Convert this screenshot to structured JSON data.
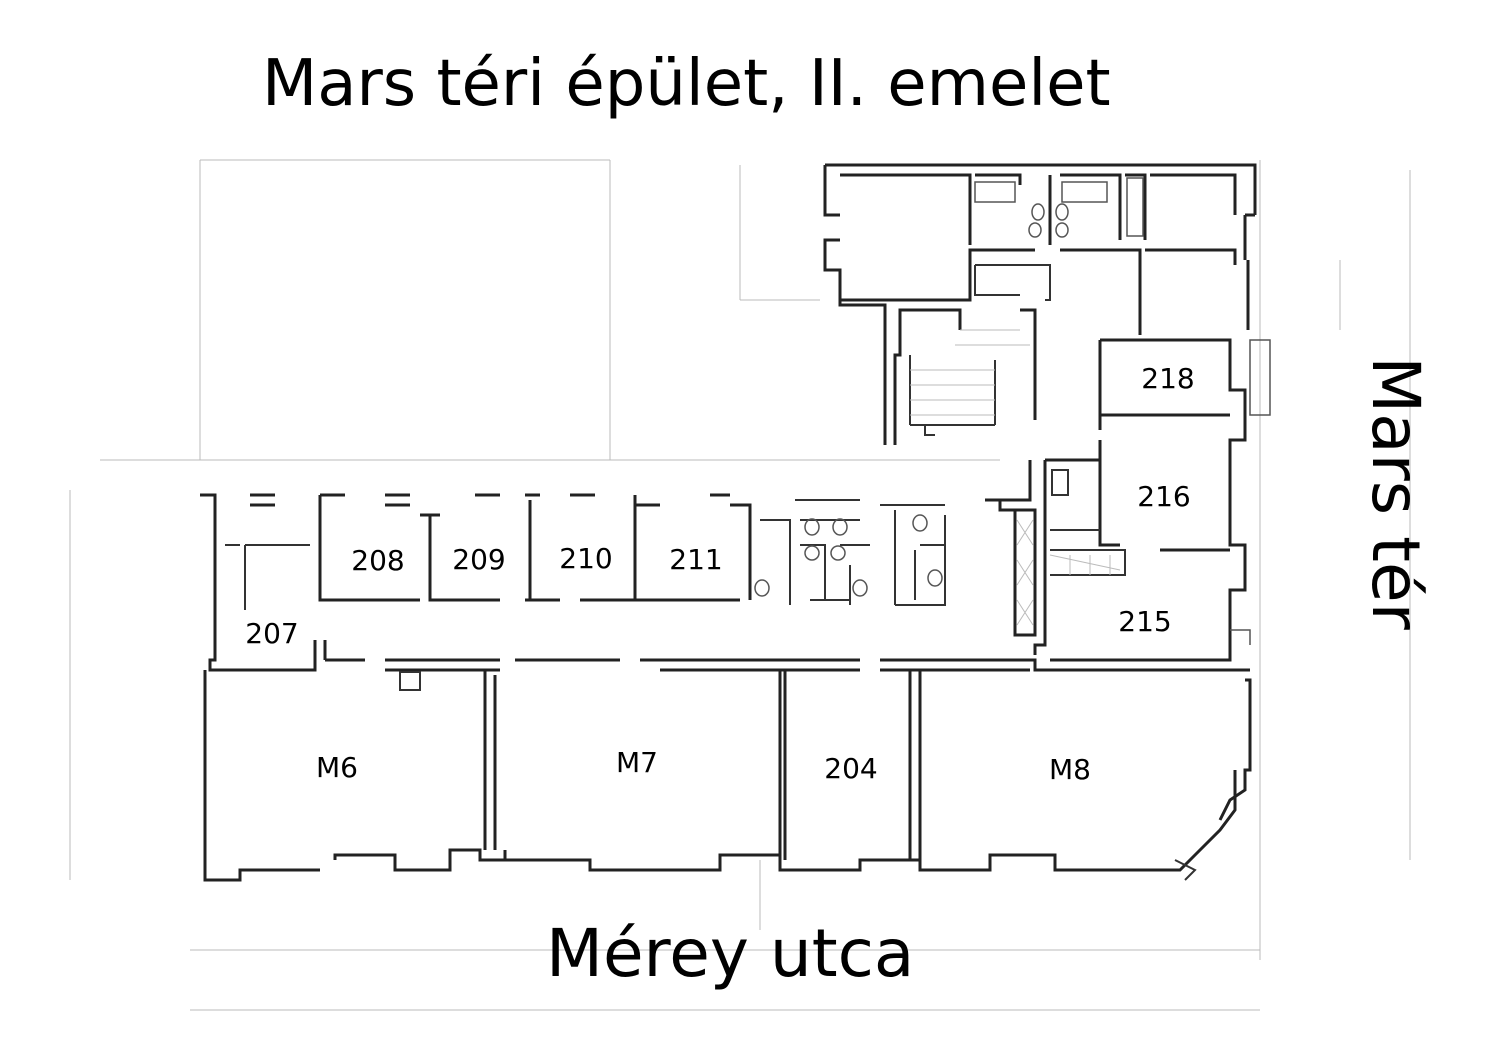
{
  "title": "Mars téri épület, II. emelet",
  "streets": {
    "bottom": "Mérey utca",
    "right": "Mars tér"
  },
  "rooms": {
    "r207": "207",
    "r208": "208",
    "r209": "209",
    "r210": "210",
    "r211": "211",
    "r218": "218",
    "r216": "216",
    "r215": "215",
    "m6": "M6",
    "m7": "M7",
    "r204": "204",
    "m8": "M8"
  }
}
